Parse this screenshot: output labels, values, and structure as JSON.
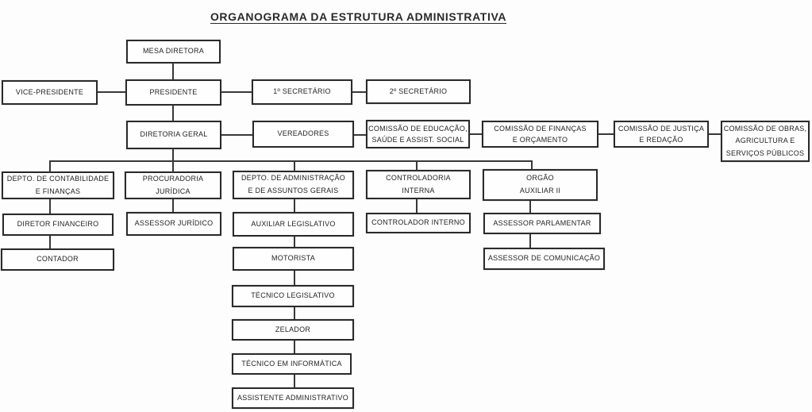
{
  "title": "ORGANOGRAMA DA ESTRUTURA ADMINISTRATIVA",
  "nodes": {
    "mesa_diretora": "MESA DIRETORA",
    "vice_presidente": "VICE-PRESIDENTE",
    "presidente": "PRESIDENTE",
    "primeiro_secretario": "1º SECRETÁRIO",
    "segundo_secretario": "2º SECRETÁRIO",
    "diretoria_geral": "DIRETORIA GERAL",
    "vereadores": "VEREADORES",
    "comissao_educacao": "COMISSÃO DE EDUCAÇÃO,\nSAÚDE E ASSIST. SOCIAL",
    "comissao_financas": "COMISSÃO DE FINANÇAS\nE ORÇAMENTO",
    "comissao_justica": "COMISSÃO DE JUSTIÇA\nE REDAÇÃO",
    "comissao_obras": "COMISSÃO DE OBRAS,\nAGRICULTURA E\nSERVIÇOS PÚBLICOS",
    "depto_contabilidade": "DEPTO. DE CONTABILIDADE\nE FINANÇAS",
    "procuradoria_juridica": "PROCURADORIA\nJURÍDICA",
    "depto_administracao": "DEPTO. DE ADMINISTRAÇÃO\nE DE ASSUNTOS GERAIS",
    "controladoria_interna": "CONTROLADORIA\nINTERNA",
    "orgao_auxiliar_ii": "ORGÃO\nAUXILIAR II",
    "diretor_financeiro": "DIRETOR FINANCEIRO",
    "assessor_juridico": "ASSESSOR JURÍDICO",
    "auxiliar_legislativo": "AUXILIAR LEGISLATIVO",
    "controlador_interno": "CONTROLADOR INTERNO",
    "assessor_parlamentar": "ASSESSOR PARLAMENTAR",
    "contador": "CONTADOR",
    "motorista": "MOTORISTA",
    "assessor_comunicacao": "ASSESSOR DE COMUNICAÇÃO",
    "tecnico_legislativo": "TÉCNICO LEGISLATIVO",
    "zelador": "ZELADOR",
    "tecnico_informatica": "TÉCNICO EM INFORMÁTICA",
    "assistente_administrativo": "ASSISTENTE ADMINISTRATIVO"
  },
  "edges": [
    {
      "from": "mesa_diretora",
      "to": "presidente",
      "type": "vertical"
    },
    {
      "from": "presidente",
      "to": "vice_presidente",
      "type": "lateral"
    },
    {
      "from": "presidente",
      "to": "primeiro_secretario",
      "type": "lateral"
    },
    {
      "from": "primeiro_secretario",
      "to": "segundo_secretario",
      "type": "lateral"
    },
    {
      "from": "presidente",
      "to": "diretoria_geral",
      "type": "vertical"
    },
    {
      "from": "diretoria_geral",
      "to": "vereadores",
      "type": "lateral"
    },
    {
      "from": "vereadores",
      "to": "comissao_educacao",
      "type": "lateral"
    },
    {
      "from": "comissao_educacao",
      "to": "comissao_financas",
      "type": "lateral"
    },
    {
      "from": "comissao_financas",
      "to": "comissao_justica",
      "type": "lateral"
    },
    {
      "from": "comissao_justica",
      "to": "comissao_obras",
      "type": "lateral"
    },
    {
      "from": "diretoria_geral",
      "to": "depto_contabilidade",
      "type": "vertical"
    },
    {
      "from": "diretoria_geral",
      "to": "procuradoria_juridica",
      "type": "vertical"
    },
    {
      "from": "diretoria_geral",
      "to": "depto_administracao",
      "type": "vertical"
    },
    {
      "from": "diretoria_geral",
      "to": "controladoria_interna",
      "type": "vertical"
    },
    {
      "from": "diretoria_geral",
      "to": "orgao_auxiliar_ii",
      "type": "vertical"
    },
    {
      "from": "depto_contabilidade",
      "to": "diretor_financeiro",
      "type": "vertical"
    },
    {
      "from": "diretor_financeiro",
      "to": "contador",
      "type": "vertical"
    },
    {
      "from": "procuradoria_juridica",
      "to": "assessor_juridico",
      "type": "vertical"
    },
    {
      "from": "depto_administracao",
      "to": "auxiliar_legislativo",
      "type": "vertical"
    },
    {
      "from": "auxiliar_legislativo",
      "to": "motorista",
      "type": "vertical"
    },
    {
      "from": "motorista",
      "to": "tecnico_legislativo",
      "type": "vertical"
    },
    {
      "from": "tecnico_legislativo",
      "to": "zelador",
      "type": "vertical"
    },
    {
      "from": "zelador",
      "to": "tecnico_informatica",
      "type": "vertical"
    },
    {
      "from": "tecnico_informatica",
      "to": "assistente_administrativo",
      "type": "vertical"
    },
    {
      "from": "controladoria_interna",
      "to": "controlador_interno",
      "type": "vertical"
    },
    {
      "from": "orgao_auxiliar_ii",
      "to": "assessor_parlamentar",
      "type": "vertical"
    },
    {
      "from": "assessor_parlamentar",
      "to": "assessor_comunicacao",
      "type": "vertical"
    }
  ],
  "colors": {
    "background": "#fdfdfd",
    "box_border": "#2b2b2b",
    "line": "#383838",
    "text": "#242424"
  }
}
